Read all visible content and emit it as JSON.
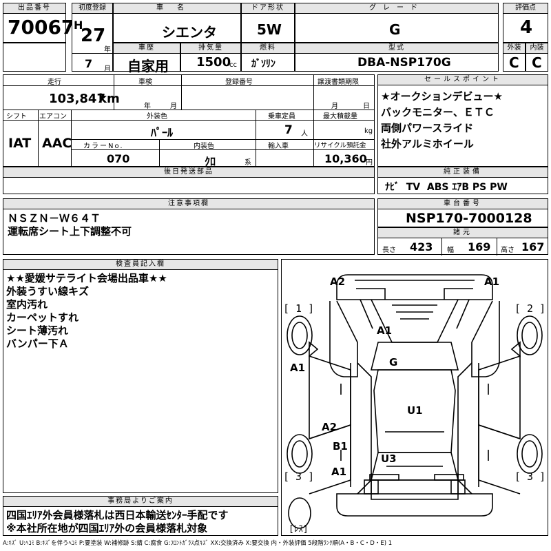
{
  "lot": {
    "label": "出品番号",
    "value": "70067"
  },
  "first_reg": {
    "label": "初度登録",
    "era": "H",
    "year": "27",
    "year_unit": "年",
    "month": "7",
    "month_unit": "月"
  },
  "car_name": {
    "label": "車名",
    "value": "シエンタ"
  },
  "door": {
    "label": "ドア形状",
    "value": "5W"
  },
  "grade": {
    "label": "グレード",
    "value": "G"
  },
  "score": {
    "label": "評価点",
    "value": "4"
  },
  "history": {
    "label": "車歴",
    "value": "自家用"
  },
  "displacement": {
    "label": "排気量",
    "value": "1500",
    "unit": "cc"
  },
  "fuel": {
    "label": "燃料",
    "value": "ｶﾞｿﾘﾝ"
  },
  "model": {
    "label": "型式",
    "value": "DBA-NSP170G"
  },
  "ext_grade": {
    "label": "外装",
    "value": "C"
  },
  "int_grade": {
    "label": "内装",
    "value": "C"
  },
  "mileage": {
    "label": "走行",
    "value": "103,847",
    "unit": "km"
  },
  "inspection": {
    "label": "車検",
    "year_unit": "年",
    "month_unit": "月"
  },
  "reg_no": {
    "label": "登録番号"
  },
  "transfer": {
    "label": "譲渡書類期限",
    "month_unit": "月",
    "day_unit": "日"
  },
  "shift": {
    "label": "シフト",
    "value": "IAT"
  },
  "aircon": {
    "label": "エアコン",
    "value": "AAC"
  },
  "ext_color": {
    "label": "外装色",
    "value": "ﾊﾟｰﾙ"
  },
  "capacity": {
    "label": "乗車定員",
    "value": "7",
    "unit": "人"
  },
  "max_load": {
    "label": "最大積載量",
    "unit": "kg"
  },
  "color_no": {
    "label": "カラーNo.",
    "value": "070"
  },
  "int_color": {
    "label": "内装色",
    "value": "ｸﾛ",
    "unit": "系"
  },
  "import": {
    "label": "輸入車"
  },
  "recycle": {
    "label": "リサイクル預託金",
    "value": "10,360",
    "unit": "円"
  },
  "later_parts": {
    "label": "後日発送部品"
  },
  "sales_points": {
    "label": "セールスポイント",
    "lines": [
      "★オークションデビュー★",
      "バックモニター、ＥＴＣ",
      "両側パワースライド",
      "社外アルミホイール"
    ]
  },
  "equipment": {
    "label": "純正装備",
    "value": "ﾅﾋﾞ  TV  ABS ｴｱB PS PW"
  },
  "notes": {
    "label": "注意事項欄",
    "lines": [
      "ＮＳＺＮ－Ｗ６４Ｔ",
      "運転席シート上下調整不可"
    ]
  },
  "chassis": {
    "label": "車台番号",
    "value": "NSP170-7000128"
  },
  "dims": {
    "label": "諸元",
    "length_label": "長さ",
    "length": "423",
    "width_label": "幅",
    "width": "169",
    "height_label": "高さ",
    "height": "167"
  },
  "inspector": {
    "label": "検査員記入欄",
    "lines": [
      "★★愛媛サテライト会場出品車★★",
      "外装うすい線キズ",
      "室内汚れ",
      "カーペットすれ",
      "シート薄汚れ",
      "バンパー下Ａ"
    ]
  },
  "office": {
    "label": "事務局よりご案内",
    "lines": [
      "四国ｴﾘｱ外会員様落札は西日本輸送ｾﾝﾀｰ手配です",
      "※本社所在地が四国ｴﾘｱ外の会員様落札対象"
    ]
  },
  "diagram": {
    "marks": [
      "A2",
      "A1",
      "A1",
      "G",
      "A1",
      "U1",
      "A2",
      "B1",
      "U3",
      "A1"
    ],
    "brackets": [
      "[ 1 ]",
      "[ 2 ]",
      "[ 3 ]",
      "[ 3 ]",
      "[ﾚｽ]"
    ]
  },
  "legend": "A:ｷｽﾞ U:ﾍｺﾐ B:ｷｽﾞを伴うﾍｺﾐ P:要塗装 W:補修跡 S:錆 C:腐食 G:ﾌﾛﾝﾄｶﾞﾗｽ点ｷｽﾞ XX:交換済み X:要交換 内・外装評価 5段階ﾗﾝｸ順(A・B・C・D・E) 1"
}
